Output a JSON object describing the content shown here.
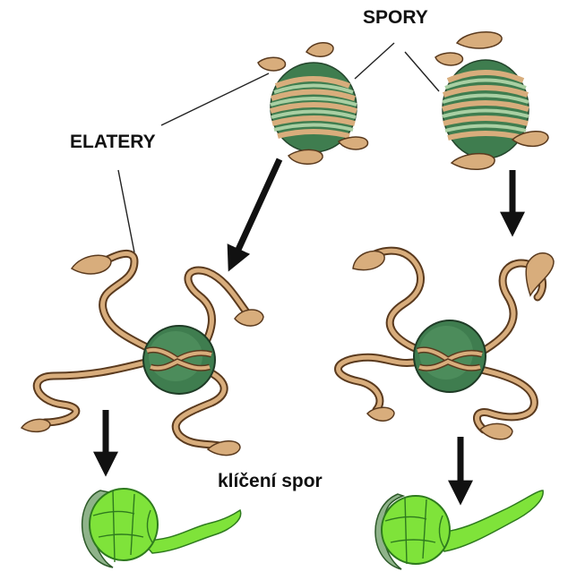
{
  "labels": {
    "spores": "SPORY",
    "elaters": "ELATERY",
    "germination": "klíčení spor"
  },
  "colors": {
    "elater_fill": "#d8ad7c",
    "elater_outline": "#5a3a1e",
    "spore_green": "#3f7d4f",
    "spore_band": "#a9cfa3",
    "germling": "#7fe33a",
    "germling_dark": "#2e7a1e",
    "membrane": "#8fb38a"
  }
}
